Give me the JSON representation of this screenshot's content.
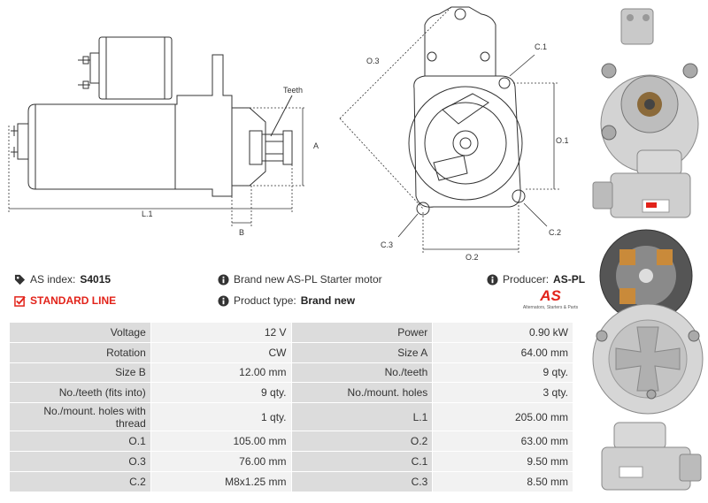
{
  "drawing": {
    "labels": {
      "teeth": "Teeth",
      "a": "A",
      "b": "B",
      "l1": "L.1",
      "o3": "O.3",
      "o1": "O.1",
      "o2": "O.2",
      "c1": "C.1",
      "c2": "C.2",
      "c3": "C.3"
    }
  },
  "info": {
    "as_index_label": "AS index:",
    "as_index_value": "S4015",
    "standard_line": "STANDARD LINE",
    "description": "Brand new AS-PL Starter motor",
    "product_type_label": "Product type:",
    "product_type_value": "Brand new",
    "producer_label": "Producer:",
    "producer_value": "AS-PL",
    "logo_text": "AS",
    "logo_tagline": "Alternators, Starters & Parts"
  },
  "specs": [
    [
      "Voltage",
      "12 V",
      "Power",
      "0.90 kW"
    ],
    [
      "Rotation",
      "CW",
      "Size A",
      "64.00 mm"
    ],
    [
      "Size B",
      "12.00 mm",
      "No./teeth",
      "9 qty."
    ],
    [
      "No./teeth (fits into)",
      "9 qty.",
      "No./mount. holes",
      "3 qty."
    ],
    [
      "No./mount. holes with thread",
      "1 qty.",
      "L.1",
      "205.00 mm"
    ],
    [
      "O.1",
      "105.00 mm",
      "O.2",
      "63.00 mm"
    ],
    [
      "O.3",
      "76.00 mm",
      "C.1",
      "9.50 mm"
    ],
    [
      "C.2",
      "M8x1.25 mm",
      "C.3",
      "8.50 mm"
    ]
  ],
  "colors": {
    "label_cell": "#dcdcdc",
    "value_cell": "#f2f2f2",
    "accent_red": "#e2231a",
    "text": "#333333"
  },
  "icons": {
    "tag": "tag-icon",
    "check": "checkbox-icon",
    "info": "info-icon"
  }
}
